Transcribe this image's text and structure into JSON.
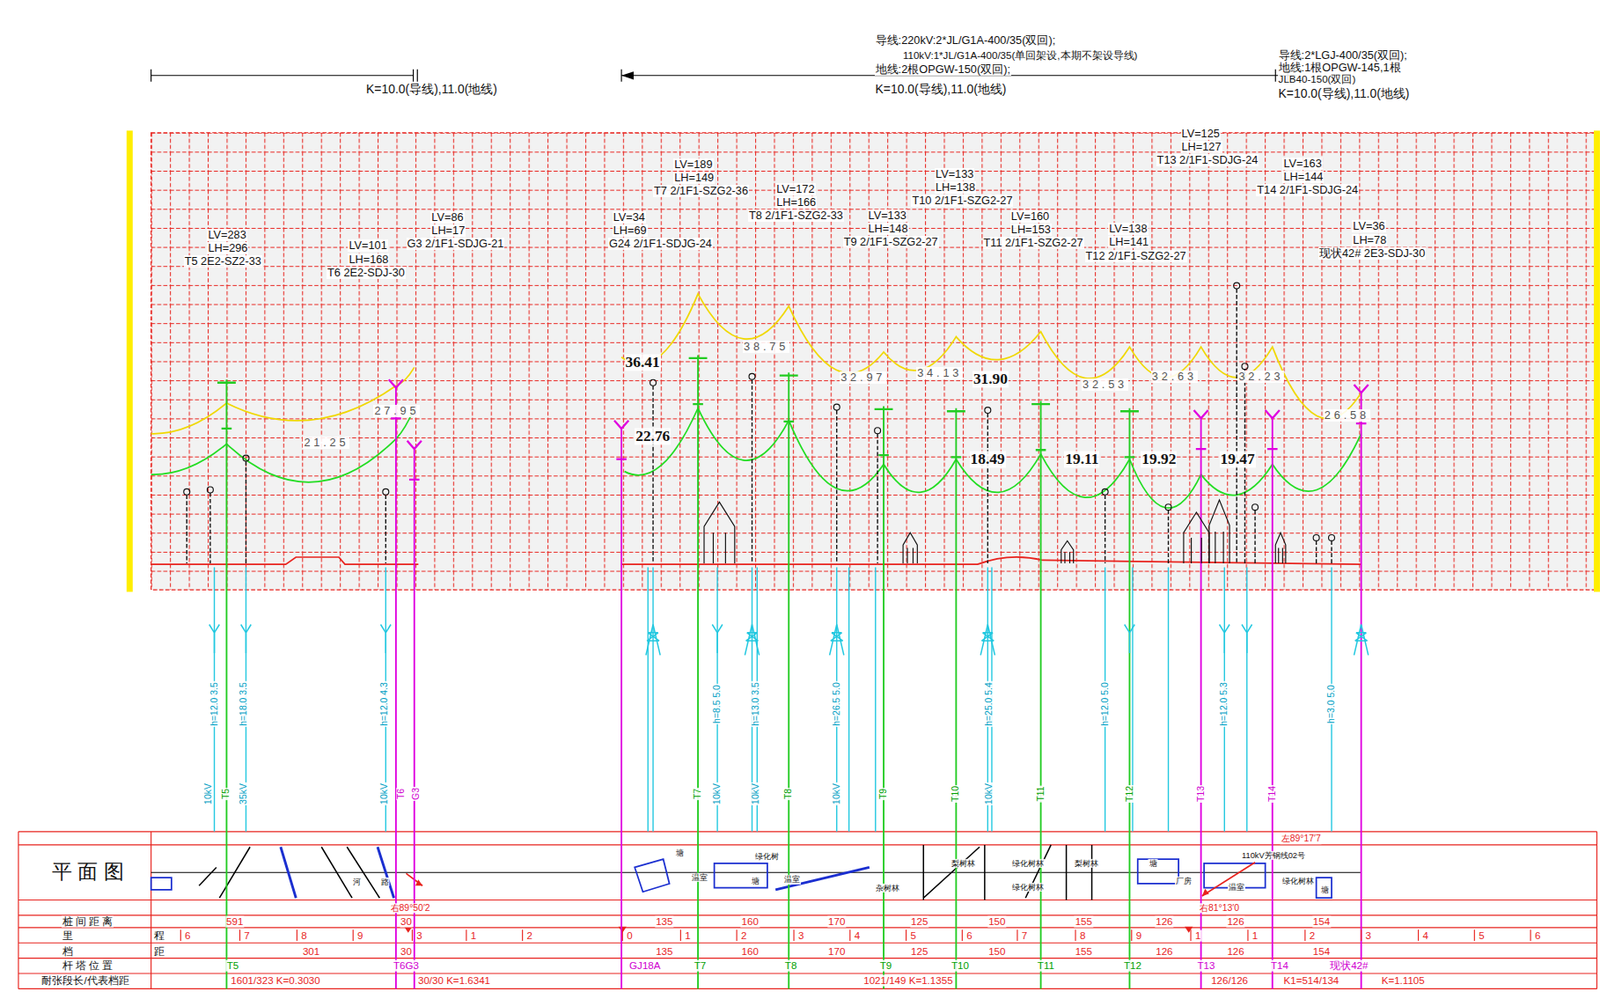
{
  "diagram": {
    "labels": [
      "导线:220kV:2*JL/G1A-400/35(双回);",
      "110kV:1*JL/G1A-400/35(单回架设,本期不架设导线)",
      "地线:2根OPGW-150(双回);",
      "导线:2*LGJ-400/35(双回);",
      "地线:1根OPGW-145,1根",
      "JLB40-150(双回)",
      "K=10.0(导线),11.0(地线)",
      "K=10.0(导线),11.0(地线)",
      "K=10.0(导线),11.0(地线)",
      "LV=283",
      "LH=296",
      "T5 2E2-SZ2-33",
      "LV=101",
      "LH=168",
      "T6 2E2-SDJ-30",
      "LV=86",
      "LH=17",
      "G3 2/1F1-SDJG-21",
      "LV=34",
      "LH=69",
      "G24 2/1F1-SDJG-24",
      "LV=189",
      "LH=149",
      "T7 2/1F1-SZG2-36",
      "LV=172",
      "LH=166",
      "T8 2/1F1-SZG2-33",
      "LV=133",
      "LH=148",
      "T9 2/1F1-SZG2-27",
      "LV=133",
      "LH=138",
      "T10 2/1F1-SZG2-27",
      "LV=160",
      "LH=153",
      "T11 2/1F1-SZG2-27",
      "LV=138",
      "LH=141",
      "T12 2/1F1-SZG2-27",
      "LV=125",
      "LH=127",
      "T13 2/1F1-SDJG-24",
      "LV=163",
      "LH=144",
      "T14 2/1F1-SDJG-24",
      "LV=36",
      "LH=78",
      "现状42# 2E3-SDJ-30",
      "36.41",
      "22.76",
      "31.90",
      "18.49",
      "19.11",
      "19.92",
      "19.47",
      "21.25",
      "27.95",
      "38.75",
      "32.97",
      "34.13",
      "32.53",
      "32.63",
      "32.23",
      "26.58",
      "平 面 图",
      "桩 间 距 离",
      "里",
      "程",
      "档",
      "距",
      "杆 塔 位 置",
      "耐张段长/代表档距",
      "右89°50′2",
      "右81°13′0",
      "左89°17′7",
      "591",
      "30",
      "135",
      "160",
      "170",
      "125",
      "150",
      "155",
      "126",
      "126",
      "154",
      "6",
      "7",
      "8",
      "9",
      "3",
      "1",
      "2",
      "0",
      "1",
      "2",
      "3",
      "4",
      "5",
      "6",
      "7",
      "8",
      "9",
      "1",
      "1",
      "2",
      "3",
      "4",
      "5",
      "6",
      "301",
      "30",
      "135",
      "160",
      "170",
      "125",
      "150",
      "155",
      "126",
      "126",
      "154",
      "T5",
      "T6G3",
      "GJ18A",
      "T7",
      "T8",
      "T9",
      "T10",
      "T11",
      "T12",
      "T13",
      "T14",
      "现状42#",
      "1601/323 K=0.3030",
      "30/30 K=1.6341",
      "1021/149 K=1.1355",
      "126/126",
      "K1=514/134",
      "K=1.1105",
      "绿化树",
      "塘",
      "温室",
      "塘",
      "温室",
      "杂树林",
      "梨树林",
      "绿化树林",
      "绿化树林",
      "梨树林",
      "塘",
      "厂房",
      "温室",
      "110kV芳钢线02号",
      "绿化树林",
      "塘",
      "河",
      "路",
      "h=12.0 3.5",
      "10kV",
      "T5",
      "h=18.0 3.5",
      "35kV",
      "h=12.0 4.3",
      "10kV",
      "T6",
      "G3",
      "T7",
      "h=8.5 5.0",
      "10kV",
      "h=13.0 3.5",
      "10kV",
      "T8",
      "h=26.5 5.0",
      "10kV",
      "T9",
      "T10",
      "h=25.0 5.4",
      "10kV",
      "T11",
      "h=12.0 5.0",
      "T12",
      "T13",
      "h=12.0 5.3",
      "T14",
      "h=3.0 5.0"
    ]
  }
}
